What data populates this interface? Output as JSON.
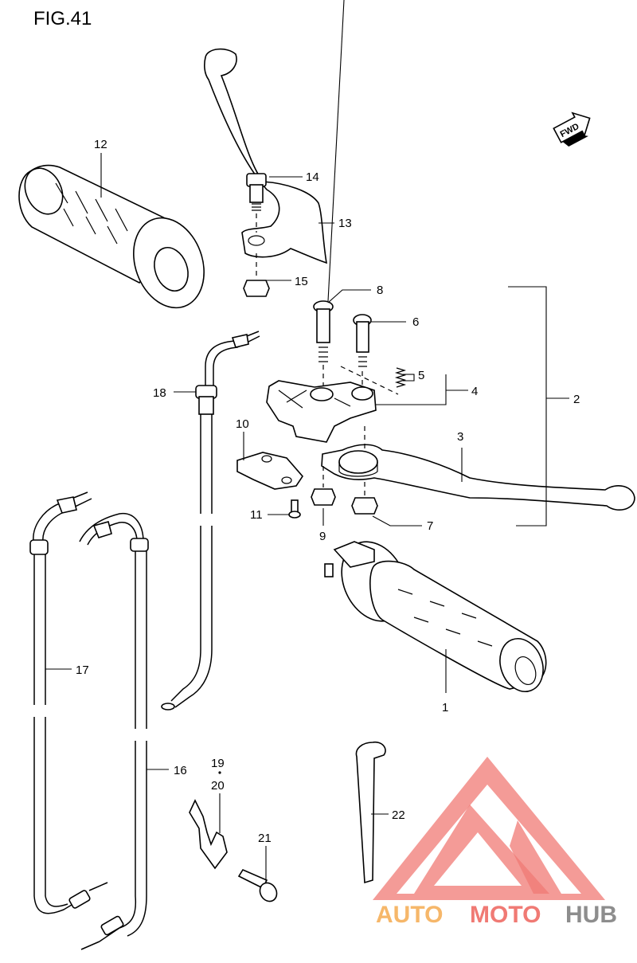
{
  "figure": {
    "title": "FIG.41"
  },
  "fwd_badge": {
    "label": "FWD"
  },
  "callouts": {
    "c1": "1",
    "c2": "2",
    "c3": "3",
    "c4": "4",
    "c5": "5",
    "c6": "6",
    "c7": "7",
    "c8": "8",
    "c9": "9",
    "c10": "10",
    "c11": "11",
    "c12": "12",
    "c13": "13",
    "c14": "14",
    "c15": "15",
    "c16": "16",
    "c17": "17",
    "c18": "18",
    "c19": "19",
    "c20": "20",
    "c21": "21",
    "c22": "22"
  },
  "watermark": {
    "part1": "AUTO",
    "part2": "MOTO",
    "part3": "HUB"
  },
  "colors": {
    "watermark_orange": "#f6b76a",
    "watermark_red": "#f07a74",
    "watermark_gray": "#8d8d8d",
    "line": "#000000"
  }
}
